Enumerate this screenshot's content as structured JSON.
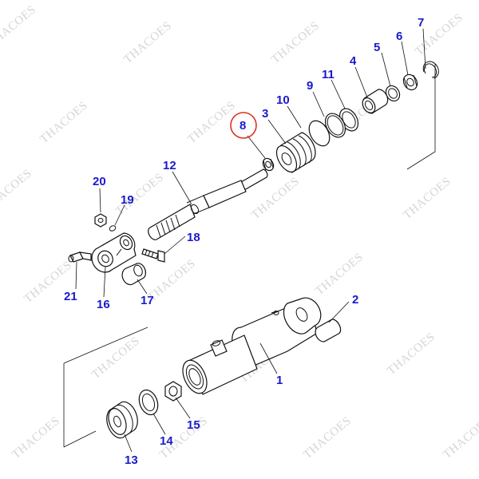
{
  "watermark": "THACOES",
  "highlight": "8",
  "labels": {
    "p1": "1",
    "p2": "2",
    "p3": "3",
    "p4": "4",
    "p5": "5",
    "p6": "6",
    "p7": "7",
    "p8": "8",
    "p9": "9",
    "p10": "10",
    "p11": "11",
    "p12": "12",
    "p13": "13",
    "p14": "14",
    "p15": "15",
    "p16": "16",
    "p17": "17",
    "p18": "18",
    "p19": "19",
    "p20": "20",
    "p21": "21"
  },
  "colors": {
    "label": "#1a1acc",
    "highlight": "#e03020",
    "line": "#111111",
    "watermark": "#c8c8c8"
  }
}
